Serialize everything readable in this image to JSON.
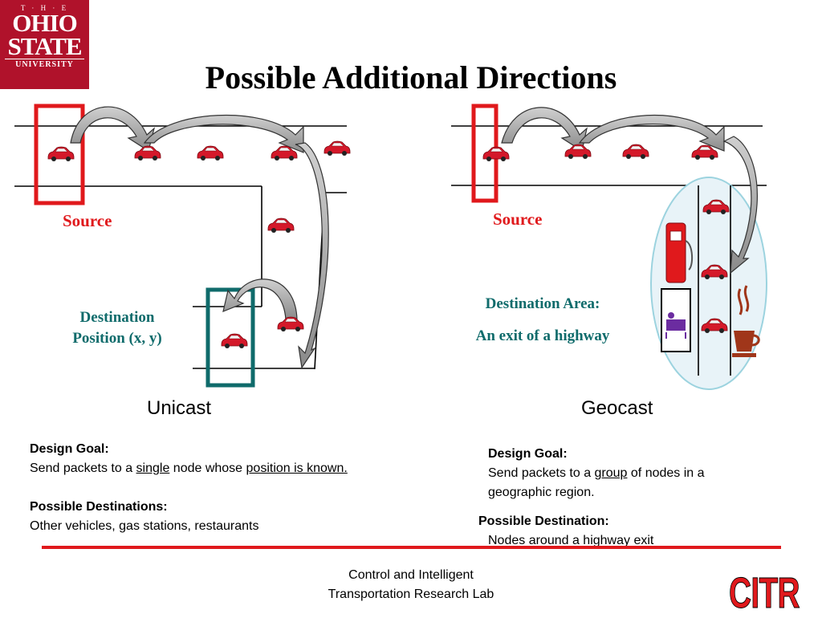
{
  "logo": {
    "the": "T · H · E",
    "ohio": "OHIO",
    "state": "STATE",
    "university": "UNIVERSITY"
  },
  "title": "Possible Additional Directions",
  "left": {
    "source_label": "Source",
    "dest_line1": "Destination",
    "dest_line2": "Position (x, y)",
    "heading": "Unicast",
    "goal_title": "Design Goal:",
    "goal_pre": "Send packets to a ",
    "goal_u1": "single",
    "goal_mid": " node whose ",
    "goal_u2": "position is known.",
    "dest_title": "Possible Destinations:",
    "dest_text": "Other vehicles, gas stations, restaurants"
  },
  "right": {
    "source_label": "Source",
    "area_line1": "Destination Area:",
    "area_line2": "An exit of a highway",
    "heading": "Geocast",
    "goal_title": "Design Goal:",
    "goal_pre": "Send packets to a ",
    "goal_u1": "group",
    "goal_post": " of  nodes in a",
    "goal_line2": "geographic region.",
    "dest_title": "Possible Destination:",
    "dest_text": "Nodes around a highway exit"
  },
  "footer": {
    "line1": "Control and Intelligent",
    "line2": "Transportation Research Lab"
  },
  "brand": "CITR",
  "colors": {
    "accent_red": "#e0191c",
    "teal": "#0f6b6b",
    "osu_scarlet": "#b0122b",
    "car_red": "#d4192a"
  }
}
